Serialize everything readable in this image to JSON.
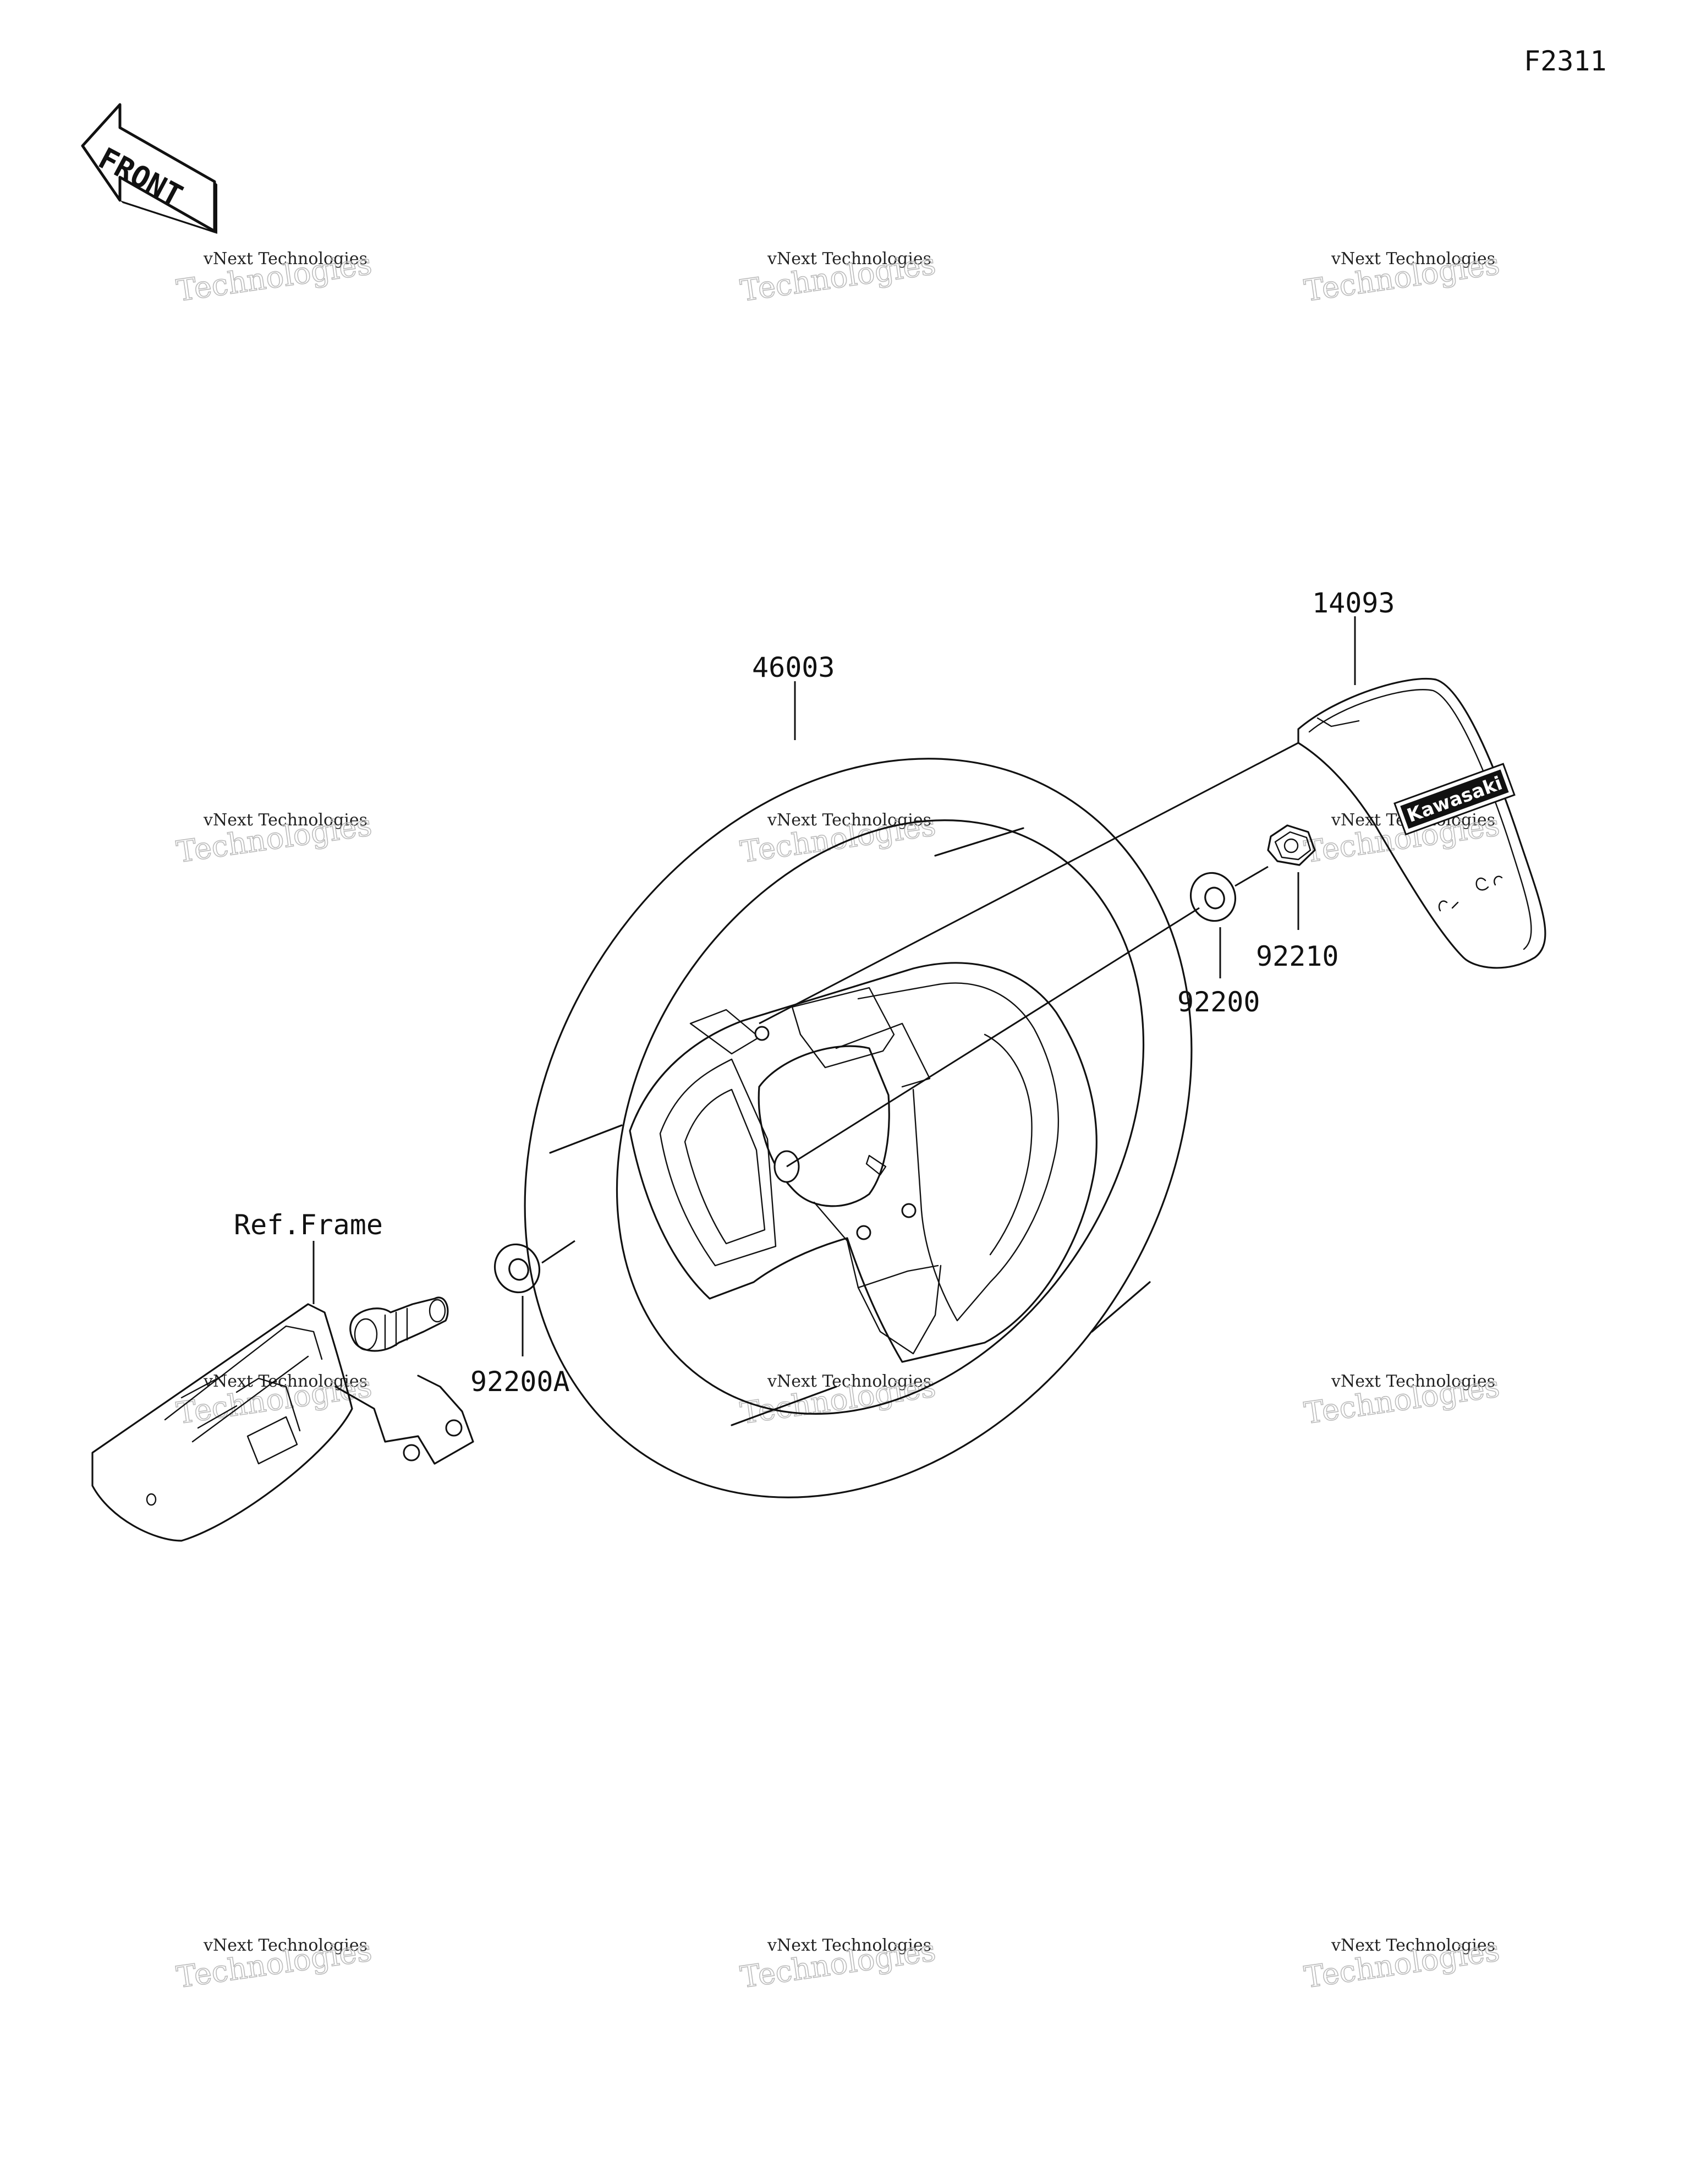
{
  "figure_id": "F2311",
  "front_label": "FRONT",
  "watermark": {
    "line1": "vNext Technologies",
    "line2": "Technologies"
  },
  "parts": {
    "steering_wheel": "46003",
    "cover_pad": "14093",
    "nut": "92210",
    "washer": "92200",
    "washer_a": "92200A",
    "ref_frame": "Ref.Frame"
  },
  "logo_text": "Kawasaki"
}
